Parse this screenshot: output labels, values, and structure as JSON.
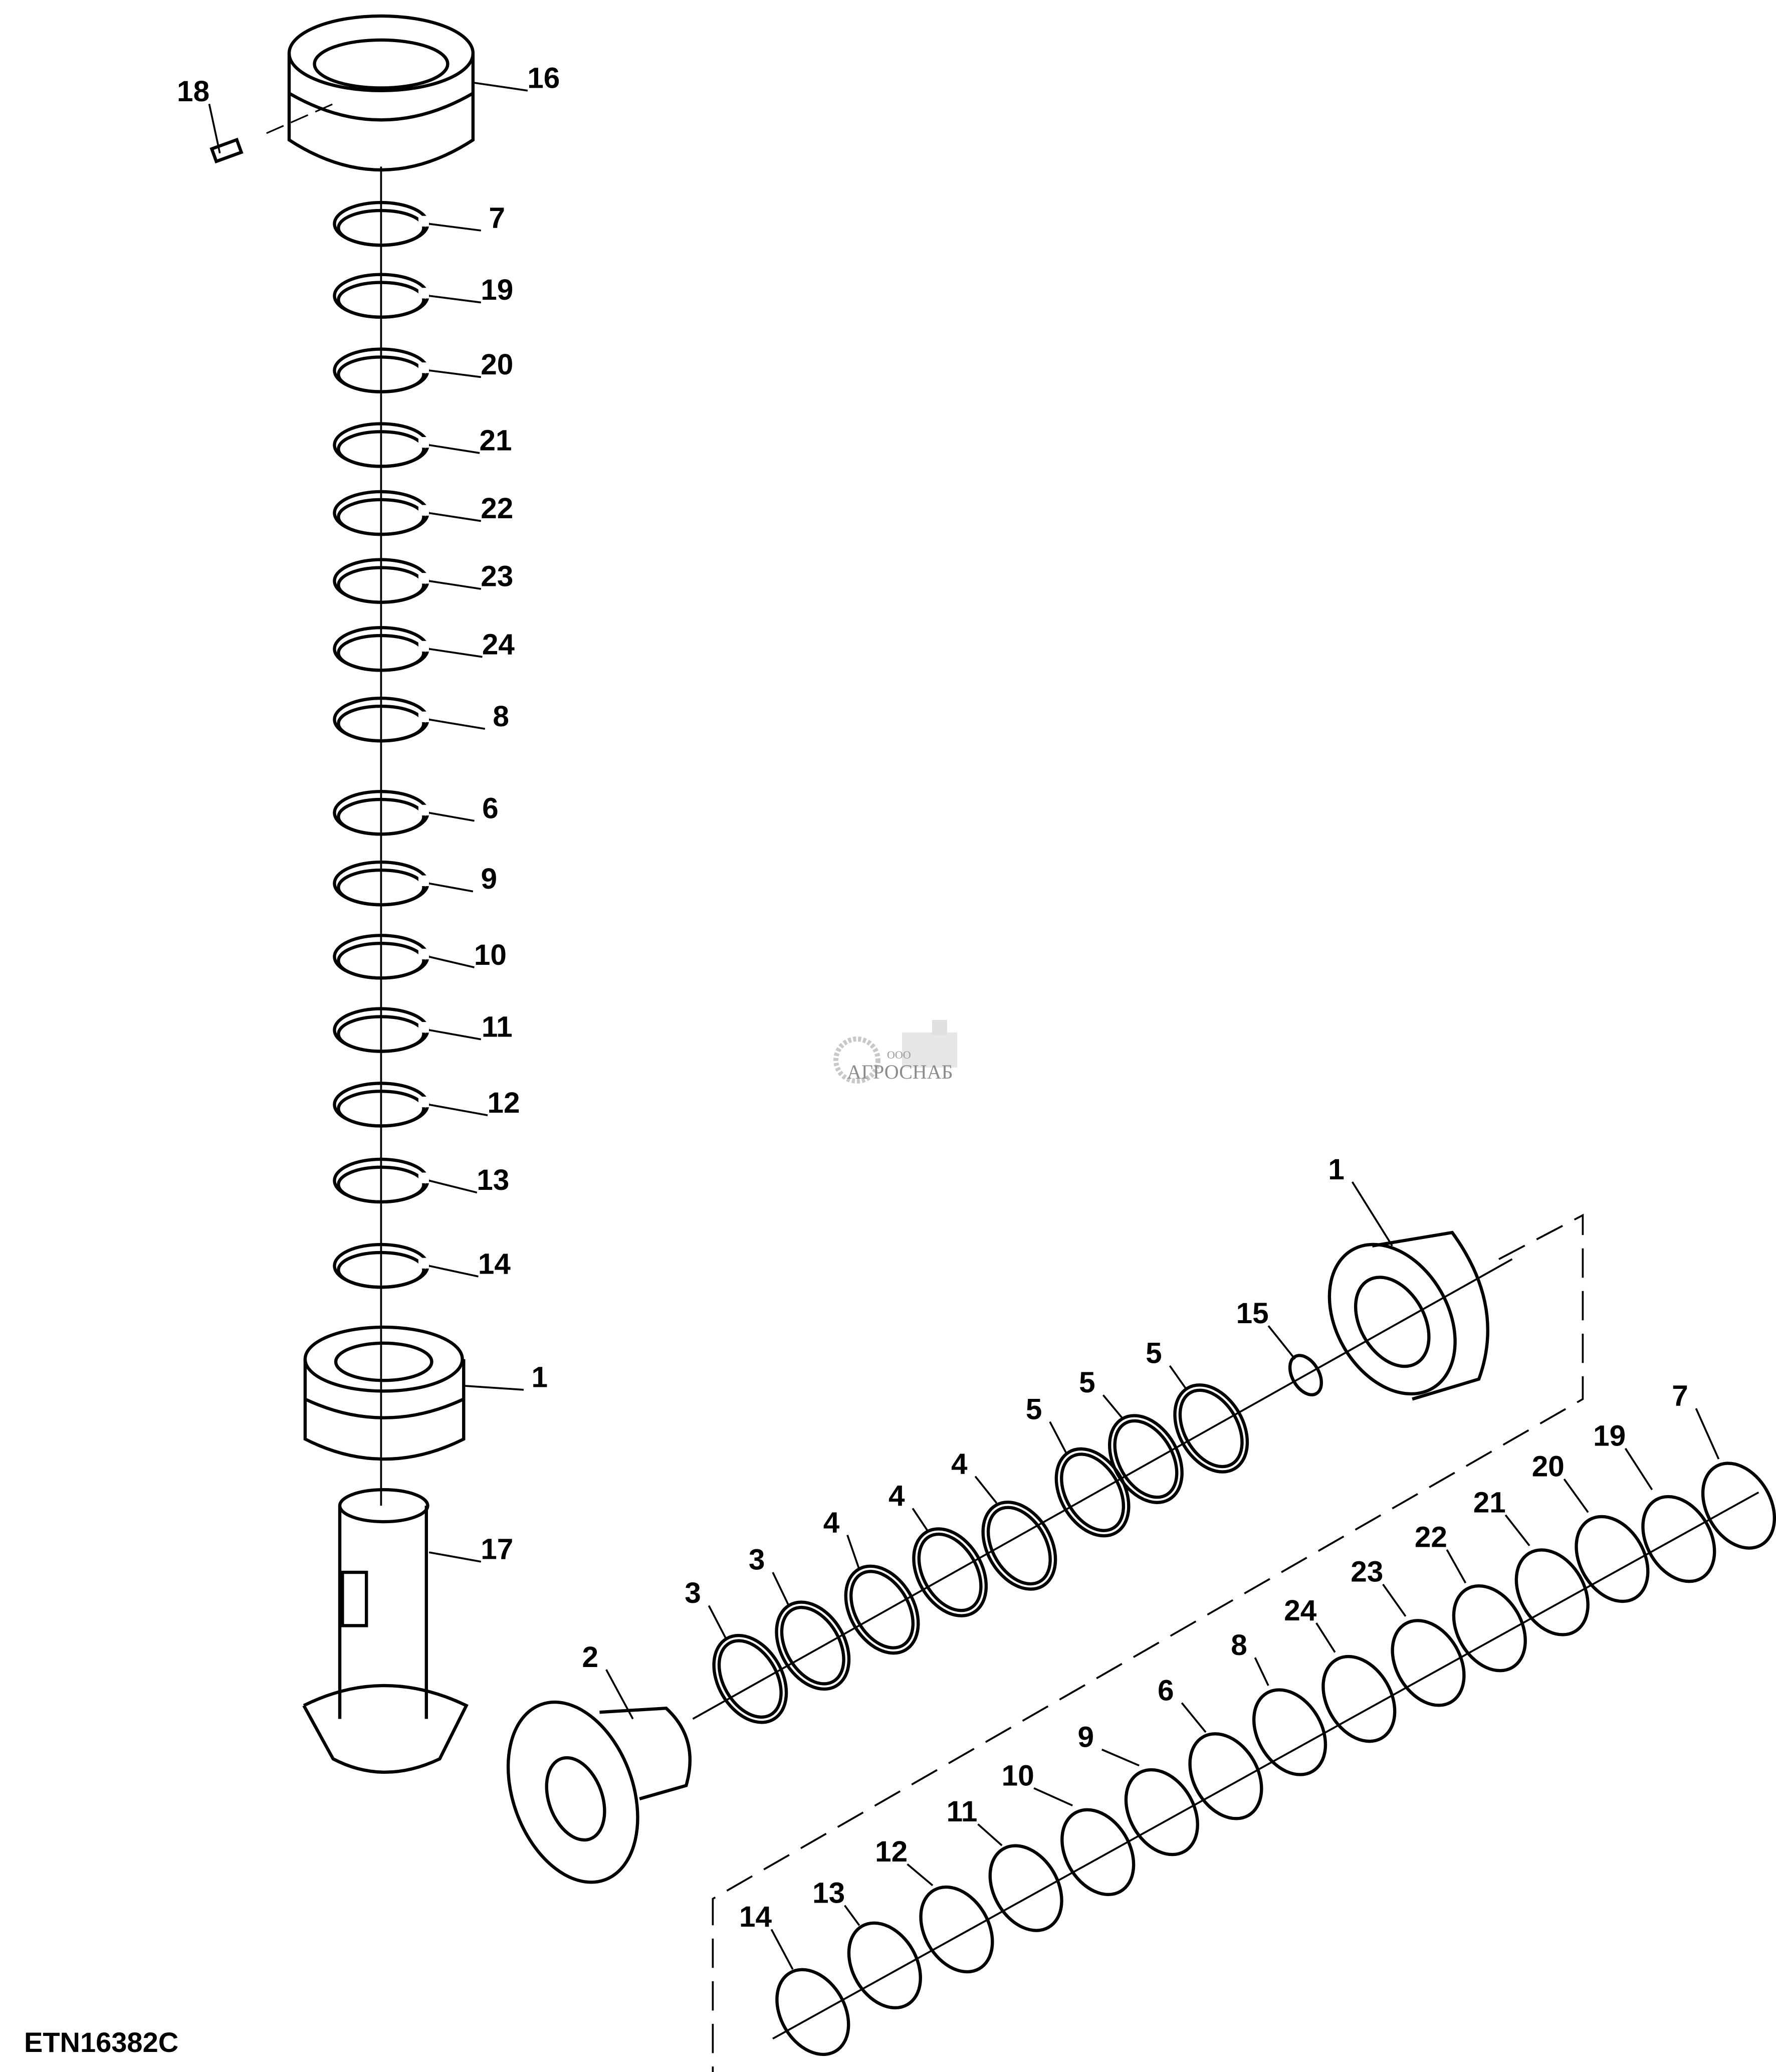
{
  "figure_id": "ETN16382C",
  "watermark": {
    "company_prefix": "ООО",
    "company_name": "АГРОСНАБ"
  },
  "vertical_stack": {
    "callouts": [
      "18",
      "16",
      "7",
      "19",
      "20",
      "21",
      "22",
      "23",
      "24",
      "8",
      "6",
      "9",
      "10",
      "11",
      "12",
      "13",
      "14",
      "1",
      "17"
    ]
  },
  "diagonal_assembly": {
    "upper_callouts": [
      "1",
      "15",
      "5",
      "5",
      "5",
      "4",
      "4",
      "4",
      "3",
      "3",
      "2"
    ],
    "lower_callouts": [
      "7",
      "19",
      "20",
      "21",
      "22",
      "23",
      "24",
      "8",
      "6",
      "9",
      "10",
      "11",
      "12",
      "13",
      "14"
    ]
  },
  "colors": {
    "line": "#000000",
    "background": "#ffffff",
    "watermark": "#c8c8c8"
  }
}
